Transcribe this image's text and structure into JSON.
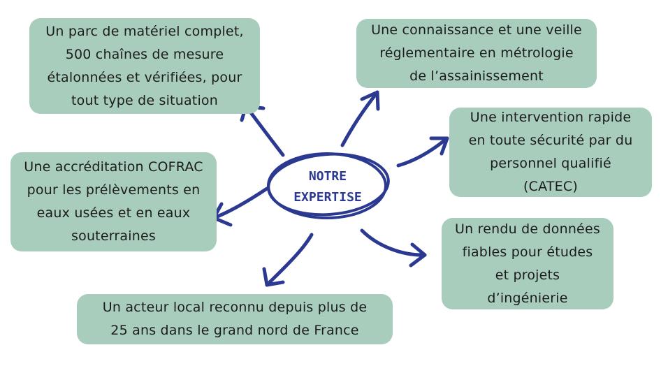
{
  "center": {
    "line1": "NOTRE",
    "line2": "EXPERTISE"
  },
  "nodes": [
    {
      "lines": [
        "Un parc de matériel complet,",
        "500 chaînes de mesure",
        "étalonnées et vérifiées,  pour",
        "tout type de situation"
      ]
    },
    {
      "lines": [
        "Une connaissance et une veille",
        "réglementaire en métrologie",
        "de l’assainissement"
      ]
    },
    {
      "lines": [
        "Une intervention rapide",
        "en toute sécurité par du",
        "personnel qualifié",
        "(CATEC)"
      ]
    },
    {
      "lines": [
        "Une accréditation COFRAC",
        "pour les prélèvements en",
        "eaux usées et en eaux",
        "souterraines"
      ]
    },
    {
      "lines": [
        "Un rendu de données",
        "fiables pour études",
        "et projets",
        "d’ingénierie"
      ]
    },
    {
      "lines": [
        "Un acteur local reconnu depuis plus de",
        "25 ans dans le grand nord de France"
      ]
    }
  ],
  "colors": {
    "box": "#a8cdbd",
    "accent": "#2b3990",
    "text": "#1c1c1c"
  }
}
